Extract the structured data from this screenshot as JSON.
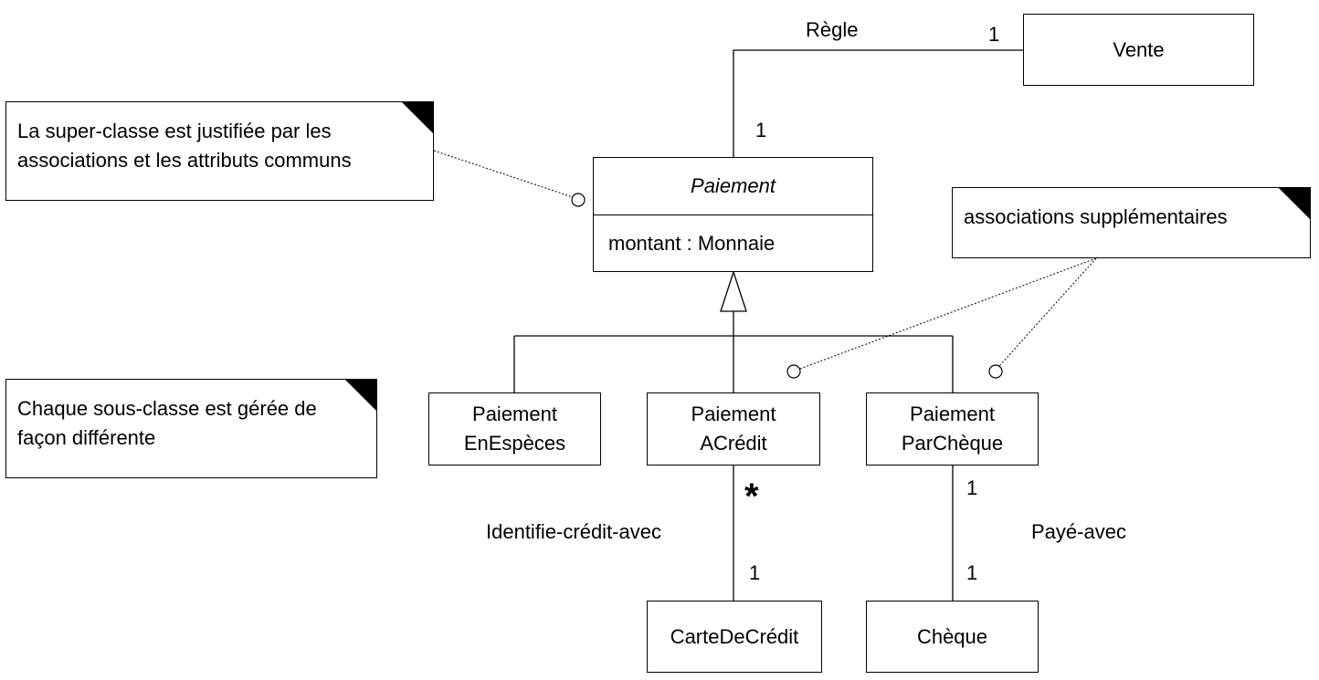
{
  "classes": {
    "vente": "Vente",
    "paiement": {
      "name": "Paiement",
      "attribute": "montant : Monnaie"
    },
    "paiement_especes": [
      "Paiement",
      "EnEspèces"
    ],
    "paiement_credit": [
      "Paiement",
      "ACrédit"
    ],
    "paiement_cheque": [
      "Paiement",
      "ParChèque"
    ],
    "carte_credit": "CarteDeCrédit",
    "cheque": "Chèque"
  },
  "notes": {
    "superclasse": [
      "La super-classe est justifiée par les",
      "associations et les attributs communs"
    ],
    "sous_classe": [
      "Chaque sous-classe est gérée de",
      "façon différente"
    ],
    "associations": "associations supplémentaires"
  },
  "associations": {
    "regle": {
      "name": "Règle",
      "mult_vente": "1",
      "mult_paiement": "1"
    },
    "identifie": {
      "name": "Identifie-crédit-avec",
      "mult_top": "*",
      "mult_bottom": "1"
    },
    "paye": {
      "name": "Payé-avec",
      "mult_top": "1",
      "mult_bottom": "1"
    }
  }
}
